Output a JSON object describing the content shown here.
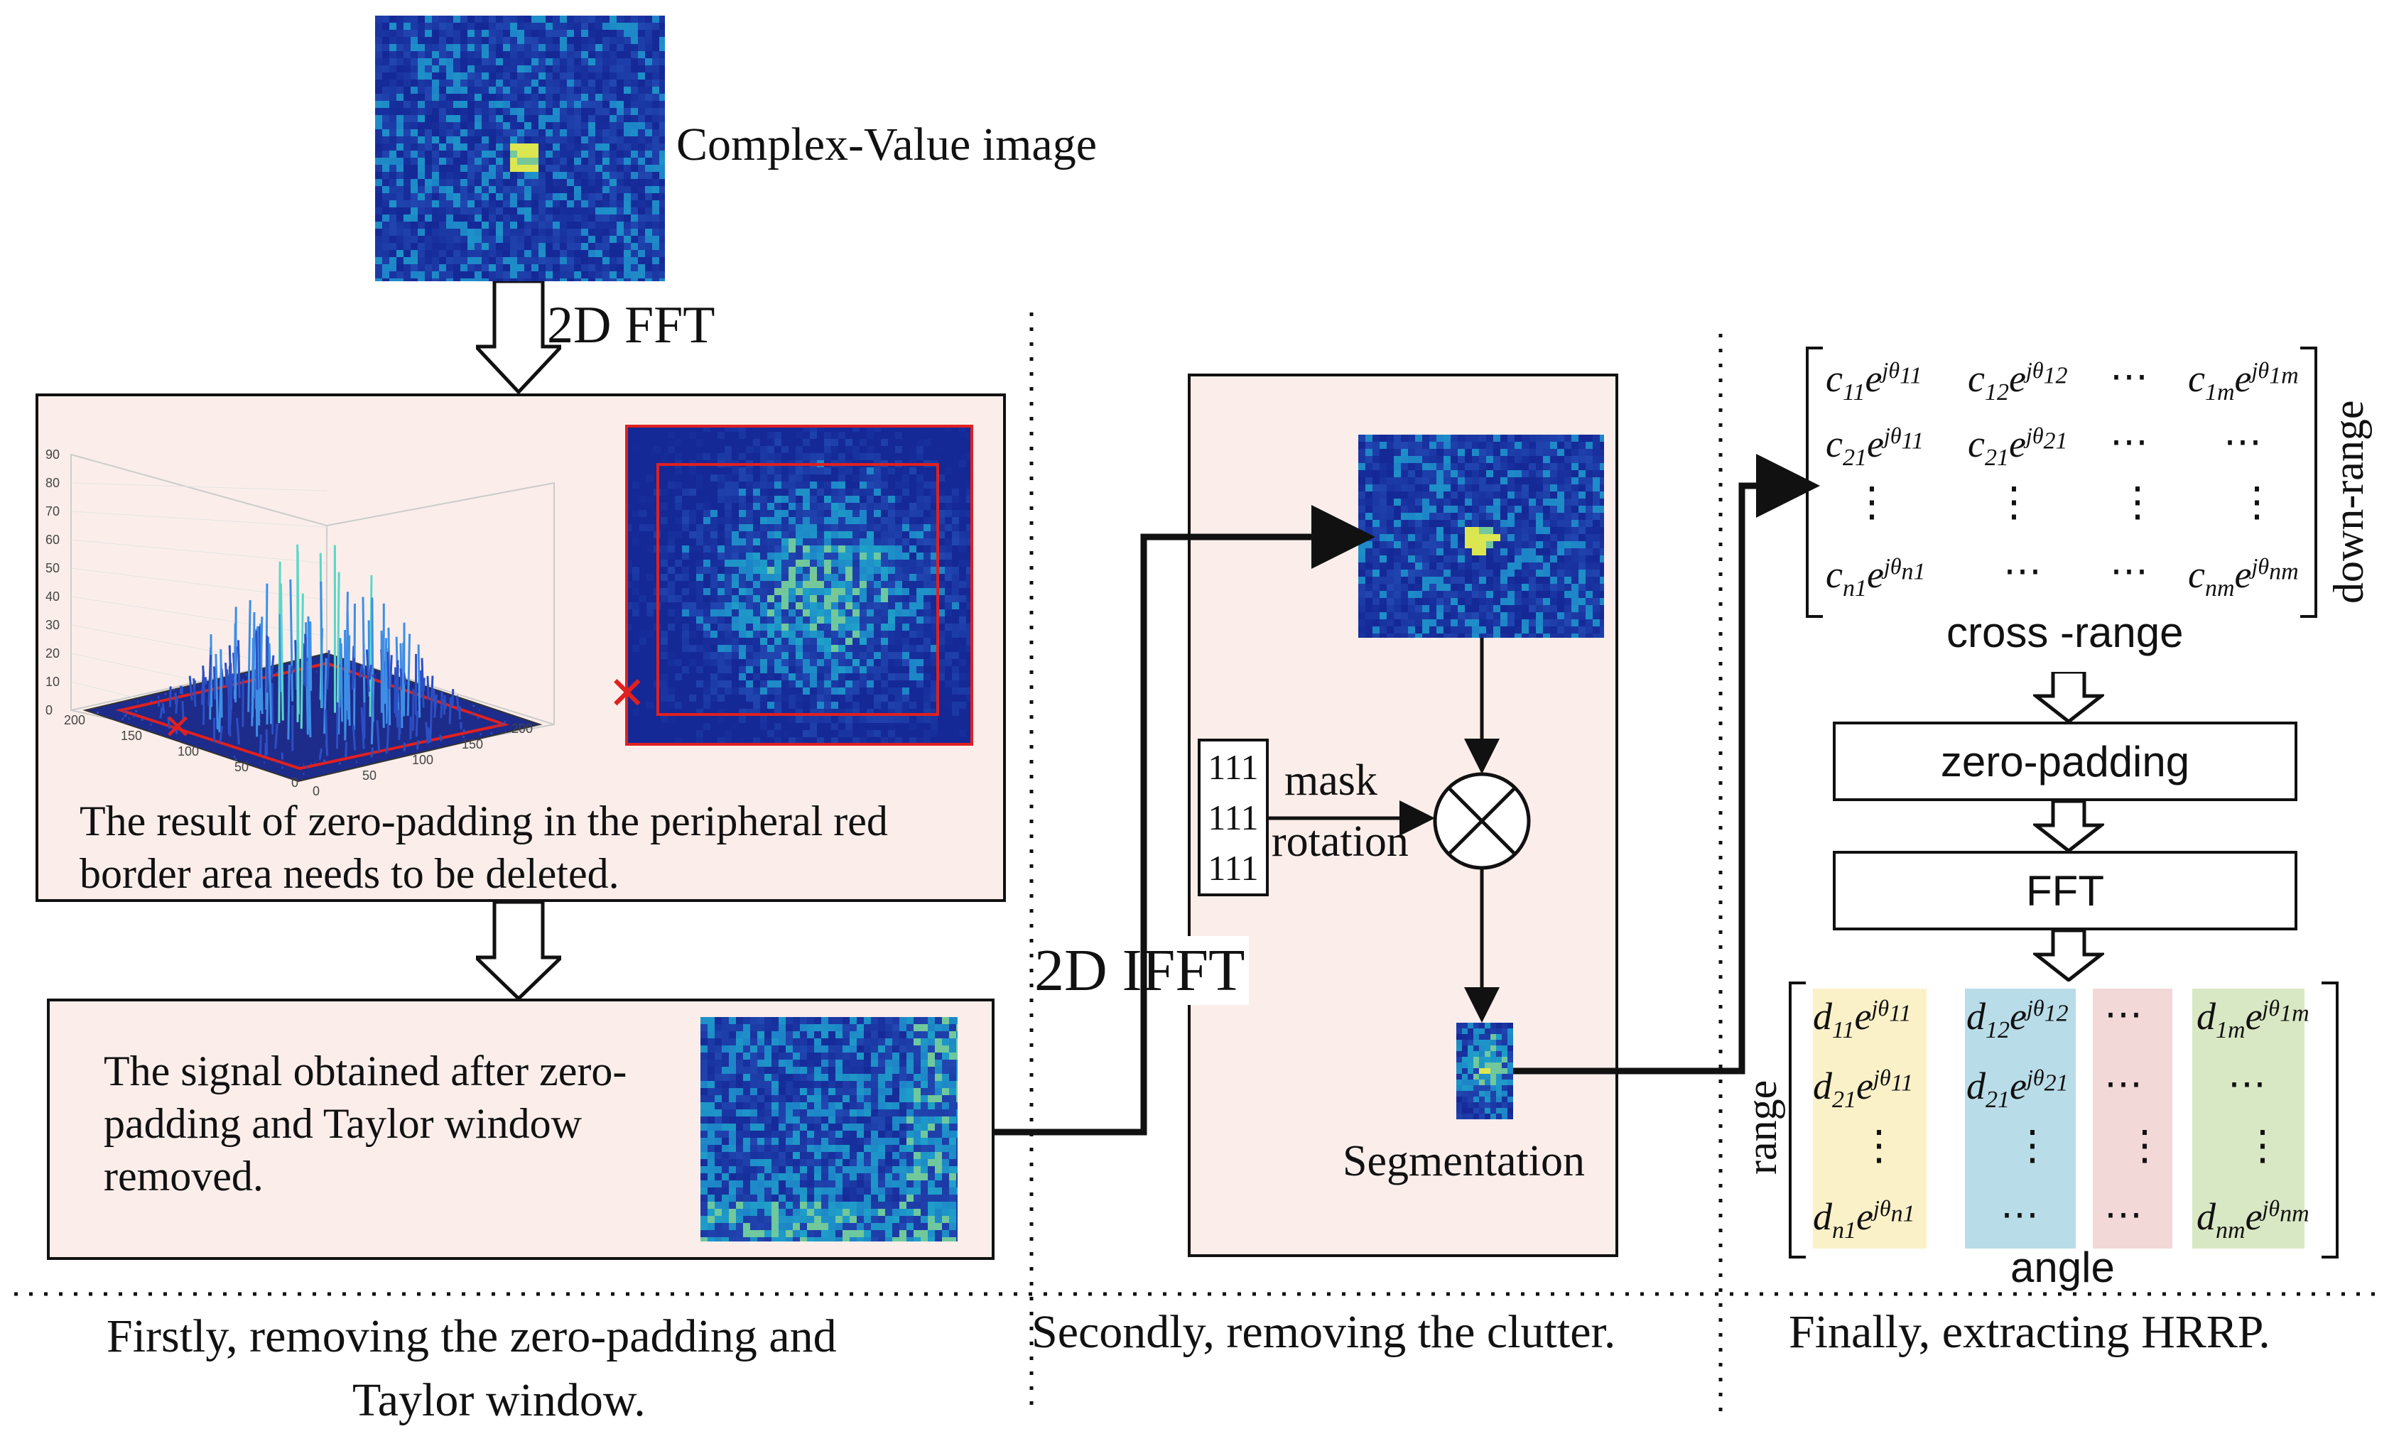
{
  "title_labels": {
    "complex_value": "Complex-Value image",
    "fft2d": "2D FFT",
    "ifft2d": "2D IFFT"
  },
  "stage1": {
    "caption_line1": "The result of zero-padding in the peripheral red",
    "caption_line2": "border area needs to be deleted.",
    "signal_line1": "The signal obtained after zero-",
    "signal_line2": "padding  and Taylor window",
    "signal_line3": "removed.",
    "footer_line1": "Firstly, removing the zero-padding and",
    "footer_line2": "Taylor window.",
    "axis_ticks_z": [
      "90",
      "80",
      "70",
      "60",
      "50",
      "40",
      "30",
      "20",
      "10",
      "0"
    ],
    "axis_ticks_x": [
      "200",
      "150",
      "100",
      "50",
      "0"
    ],
    "axis_ticks_y": [
      "0",
      "50",
      "100",
      "150",
      "200"
    ]
  },
  "stage2": {
    "mask_digits": [
      "111",
      "111",
      "111"
    ],
    "mask_label": "mask",
    "rotation_label": "rotation",
    "segmentation_label": "Segmentation",
    "footer": "Secondly, removing the clutter."
  },
  "stage3": {
    "down_range": "down-range",
    "cross_range": "cross -range",
    "zero_padding": "zero-padding",
    "fft": "FFT",
    "range": "range",
    "angle": "angle",
    "footer": "Finally, extracting HRRP.",
    "ellipsis_h": "⋯",
    "ellipsis_v": "⋮",
    "column_colors": [
      "#fbf1c9",
      "#b9dde8",
      "#f3d8d8",
      "#d9e8c4"
    ]
  },
  "colors": {
    "panel_bg": "#fbeeea",
    "heatmap_base": "#1c3fa8",
    "red_marker": "#e02020"
  }
}
